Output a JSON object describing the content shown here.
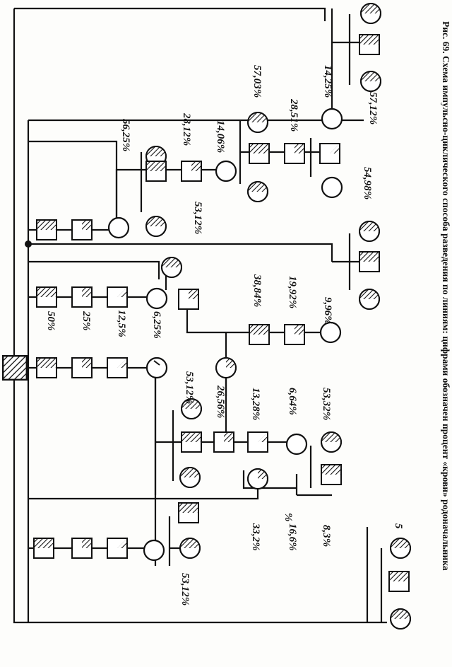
{
  "caption": {
    "label": "Рис. 69.",
    "text": "Схема импульсно-циклического способа разведения по линиям: цифрами обозначен процент «крови» родоначальника"
  },
  "percentages": {
    "gen_50": "50%",
    "gen_25": "25%",
    "gen_12_5": "12,5%",
    "gen_6_25": "6,25%",
    "lower_53_12": "53,12%",
    "lower_33_2": "33,2%",
    "lower_16_6": "16,6%",
    "lower_8_3": "8,3%",
    "lower_5": "5",
    "lower_pct": "%",
    "mid_53_12": "53,12%",
    "mid_26_56": "26,56%",
    "mid_13_28": "13,28%",
    "mid_6_64": "6,64%",
    "mid_53_32": "53,32%",
    "center_38_84": "38,84%",
    "center_19_92": "19,92%",
    "center_9_96": "9,96%",
    "upper_56_25": "56,25%",
    "upper_53_12": "53,12%",
    "upper_28_12": "28,12%",
    "upper_14_06": "14,06%",
    "upper_57_03": "57,03%",
    "upper_28_51": "28,51%",
    "upper_14_25": "14,25%",
    "upper_54_98": "54,98%",
    "upper_57_12": "57,12%"
  }
}
